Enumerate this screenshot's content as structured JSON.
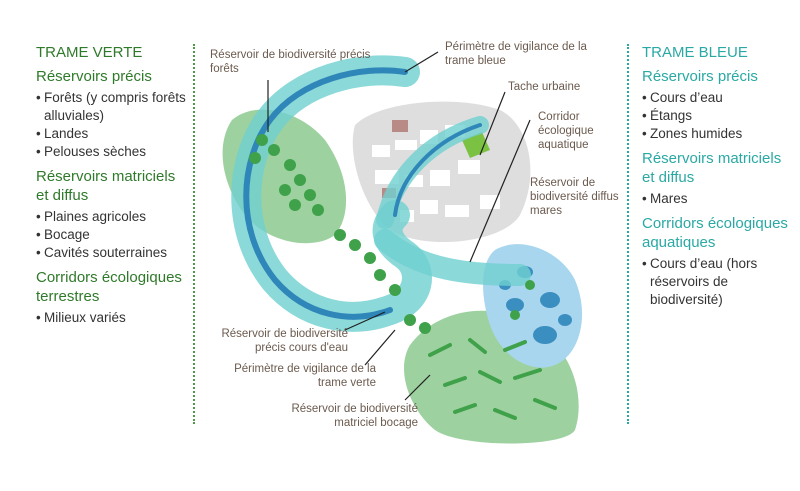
{
  "colors": {
    "green_text": "#2f7a2a",
    "blue_text": "#2aa9a4",
    "label_text": "#6b5a4e",
    "green_zone": "#8cc98f",
    "corridor_teal": "#6fcfcf",
    "river_blue": "#2f86b8",
    "urban_gray": "#d9d9d9",
    "marsh_blue": "#a8d6ef"
  },
  "left_panel": {
    "title": "TRAME VERTE",
    "sections": [
      {
        "heading": "Réservoirs précis",
        "items": [
          "Forêts (y compris forêts alluviales)",
          "Landes",
          "Pelouses sèches"
        ]
      },
      {
        "heading": "Réservoirs matriciels et diffus",
        "items": [
          "Plaines agricoles",
          "Bocage",
          "Cavités souterraines"
        ]
      },
      {
        "heading": "Corridors écologiques terrestres",
        "items": [
          "Milieux variés"
        ]
      }
    ]
  },
  "right_panel": {
    "title": "TRAME BLEUE",
    "sections": [
      {
        "heading": "Réservoirs précis",
        "items": [
          "Cours d’eau",
          "Étangs",
          "Zones humides"
        ]
      },
      {
        "heading": "Réservoirs matriciels et diffus",
        "items": [
          "Mares"
        ]
      },
      {
        "heading": "Corridors écologiques aquatiques",
        "items": [
          "Cours d’eau (hors réservoirs de biodiversité)"
        ]
      }
    ]
  },
  "labels": {
    "forest_reservoir": "Réservoir de biodiversité précis forêts",
    "blue_perimeter": "Périmètre de vigilance de la trame bleue",
    "urban_patch": "Tache urbaine",
    "aquatic_corridor": "Corridor écologique aquatique",
    "ponds_reservoir": "Réservoir de biodiversité diffus mares",
    "river_reservoir": "Réservoir de biodiversité précis cours d'eau",
    "green_perimeter": "Périmètre de vigilance de la trame verte",
    "bocage_reservoir": "Réservoir de biodiversité matriciel bocage"
  }
}
